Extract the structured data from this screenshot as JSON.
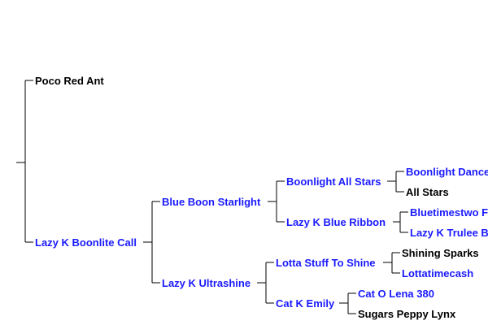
{
  "pedigree": {
    "nodes": [
      {
        "key": "sire",
        "label": "Poco Red Ant",
        "linked": false
      },
      {
        "key": "dam",
        "label": "Lazy K Boonlite Call",
        "linked": true
      },
      {
        "key": "dam_sire",
        "label": "Blue Boon Starlight",
        "linked": true
      },
      {
        "key": "dam_dam",
        "label": "Lazy K Ultrashine",
        "linked": true
      },
      {
        "key": "dss",
        "label": "Boonlight All Stars",
        "linked": true
      },
      {
        "key": "dsd",
        "label": "Lazy K Blue Ribbon",
        "linked": true
      },
      {
        "key": "dds",
        "label": "Lotta Stuff To Shine",
        "linked": true
      },
      {
        "key": "ddd",
        "label": "Cat K Emily",
        "linked": true
      },
      {
        "key": "dsss",
        "label": "Boonlight Dancer",
        "linked": true
      },
      {
        "key": "dssd",
        "label": "All Stars",
        "linked": false
      },
      {
        "key": "dsds",
        "label": "Bluetimestwo Flash",
        "linked": true
      },
      {
        "key": "dsdd",
        "label": "Lazy K Trulee Blue",
        "linked": true
      },
      {
        "key": "ddss",
        "label": "Shining Sparks",
        "linked": false
      },
      {
        "key": "ddsd",
        "label": "Lottatimecash",
        "linked": true
      },
      {
        "key": "ddds",
        "label": "Cat O Lena 380",
        "linked": true
      },
      {
        "key": "dddd",
        "label": "Sugars Peppy Lynx",
        "linked": false
      }
    ],
    "colors": {
      "link": "#1a1aff",
      "plain": "#000000",
      "line": "#000000"
    }
  }
}
